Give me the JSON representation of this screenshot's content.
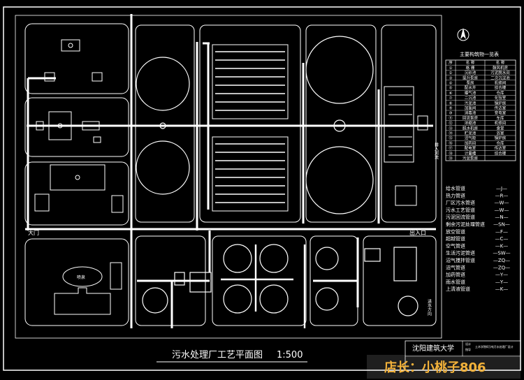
{
  "title": "污水处理厂工艺平面图",
  "scale": "1:500",
  "labels": {
    "west_gate": "大门",
    "east_gate": "出入口",
    "fountain": "喷泉",
    "inflow": "进水方向",
    "outflow": "排入河流"
  },
  "structures_table": {
    "title": "主要构筑物一览表",
    "header": [
      "序",
      "名 称",
      "名 称"
    ],
    "rows": [
      [
        "①",
        "格 栅",
        "鼓风机房"
      ],
      [
        "②",
        "沉砂池",
        "污泥脱水间"
      ],
      [
        "③",
        "提升泵房",
        "二次沉淀池"
      ],
      [
        "④",
        "泵房",
        "机修间"
      ],
      [
        "⑤",
        "配水井",
        "综合楼"
      ],
      [
        "⑥",
        "曝气池",
        "仓库"
      ],
      [
        "⑦",
        "二沉池",
        "化验室"
      ],
      [
        "⑧",
        "污泥池",
        "锅炉房"
      ],
      [
        "⑨",
        "加氯间",
        "传达室"
      ],
      [
        "⑩",
        "消毒池",
        "变电室"
      ],
      [
        "⑪",
        "回流泵房",
        "车库"
      ],
      [
        "⑫",
        "浓缩池",
        "机修间"
      ],
      [
        "⑬",
        "脱水机房",
        "食堂"
      ],
      [
        "⑭",
        "贮泥池",
        "浴室"
      ],
      [
        "⑮",
        "沼气柜",
        "锅炉房"
      ],
      [
        "⑯",
        "加药间",
        "仓库"
      ],
      [
        "⑰",
        "配电室",
        "传达室"
      ],
      [
        "⑱",
        "计量槽",
        "综合楼"
      ],
      [
        "⑲",
        "污泥泵房",
        ""
      ]
    ]
  },
  "pipe_legend": [
    {
      "name": "给水管道",
      "code": "—J—"
    },
    {
      "name": "热力管道",
      "code": "—R—"
    },
    {
      "name": "厂区污水管道",
      "code": "—W—"
    },
    {
      "name": "污水工艺管道",
      "code": "—W—"
    },
    {
      "name": "污泥回流管道",
      "code": "—N—"
    },
    {
      "name": "剩余污泥处理管道",
      "code": "—SN—"
    },
    {
      "name": "放空管道",
      "code": "—F—"
    },
    {
      "name": "超越管道",
      "code": "—C—"
    },
    {
      "name": "空气管道",
      "code": "—K—"
    },
    {
      "name": "生活污泥管道",
      "code": "—SW—"
    },
    {
      "name": "沼气搅拌管道",
      "code": "—ZQ—"
    },
    {
      "name": "沼气管道",
      "code": "—ZQ—"
    },
    {
      "name": "加药管道",
      "code": "—Y—"
    },
    {
      "name": "雨水管道",
      "code": "—Y—"
    },
    {
      "name": "上清液管道",
      "code": "—K—"
    }
  ],
  "title_block": {
    "school": "沈阳建筑大学",
    "project": "土木学院8万吨污水处理厂设计",
    "label1": "设计",
    "label2": "指导"
  },
  "watermark": "店长：小桃子806"
}
